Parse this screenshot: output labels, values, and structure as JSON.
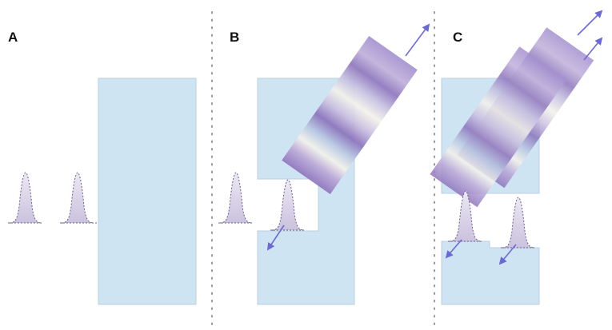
{
  "figure": {
    "panels": [
      {
        "label": "A"
      },
      {
        "label": "B"
      },
      {
        "label": "C"
      }
    ]
  },
  "colors": {
    "block_fill": "#cfe4f3",
    "block_edge": "#b9cfdf",
    "wave_purple": "#8f74bd",
    "wave_light": "#f4f2ea",
    "pulse_fill": "#d9d2e6",
    "pulse_edge": "#6a5f8e",
    "arrow": "#6b69d8",
    "divider": "#9a9a9a"
  }
}
